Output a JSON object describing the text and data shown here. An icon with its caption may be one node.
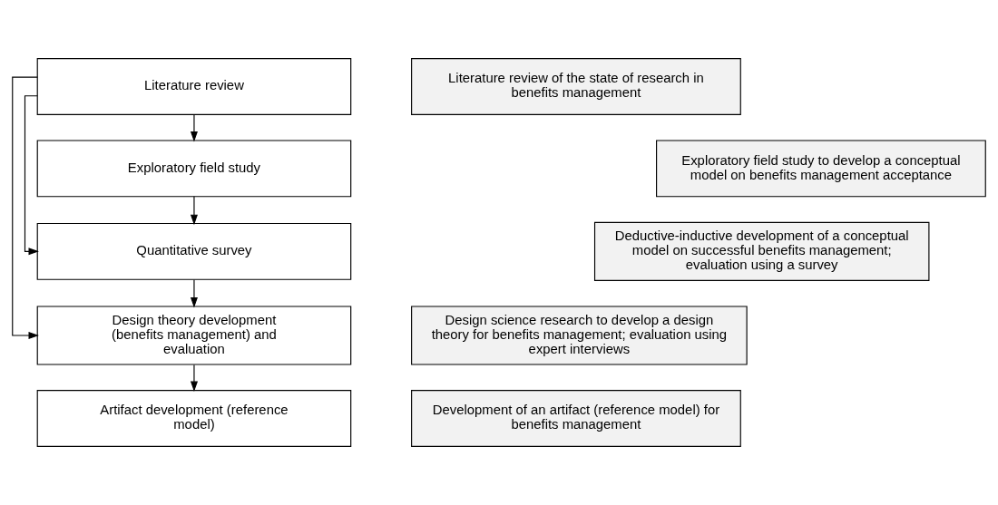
{
  "diagram": {
    "nodes": [
      {
        "text": [
          "Literature review"
        ]
      },
      {
        "text": [
          "Literature review of the state of research in benefits management"
        ]
      },
      {
        "text": [
          "Exploratory field study"
        ]
      },
      {
        "text": [
          "Exploratory field study to develop a conceptual model on benefits management acceptance"
        ]
      },
      {
        "text": [
          "Quantitative survey"
        ]
      },
      {
        "text": [
          "Deductive-inductive development of a conceptual model on successful benefits management; evaluation using a survey"
        ]
      },
      {
        "text": [
          "Design theory development (benefits management) and evaluation"
        ]
      },
      {
        "text": [
          "Design science research to develop a design theory for benefits management; evaluation using expert interviews"
        ]
      },
      {
        "text": [
          "Artifact development (reference model)"
        ]
      },
      {
        "text": [
          "Development of an artifact (reference model) for benefits management"
        ]
      }
    ],
    "edges": [
      {
        "from": 0,
        "to": 2,
        "arrow": "to"
      },
      {
        "from": 2,
        "to": 4,
        "arrow": "to"
      },
      {
        "from": 4,
        "to": 6,
        "arrow": "to"
      },
      {
        "from": 6,
        "to": 8,
        "arrow": "to"
      },
      {
        "from": 0,
        "to": 4,
        "arrow": "to"
      },
      {
        "from": 0,
        "to": 6,
        "arrow": "to"
      }
    ]
  }
}
